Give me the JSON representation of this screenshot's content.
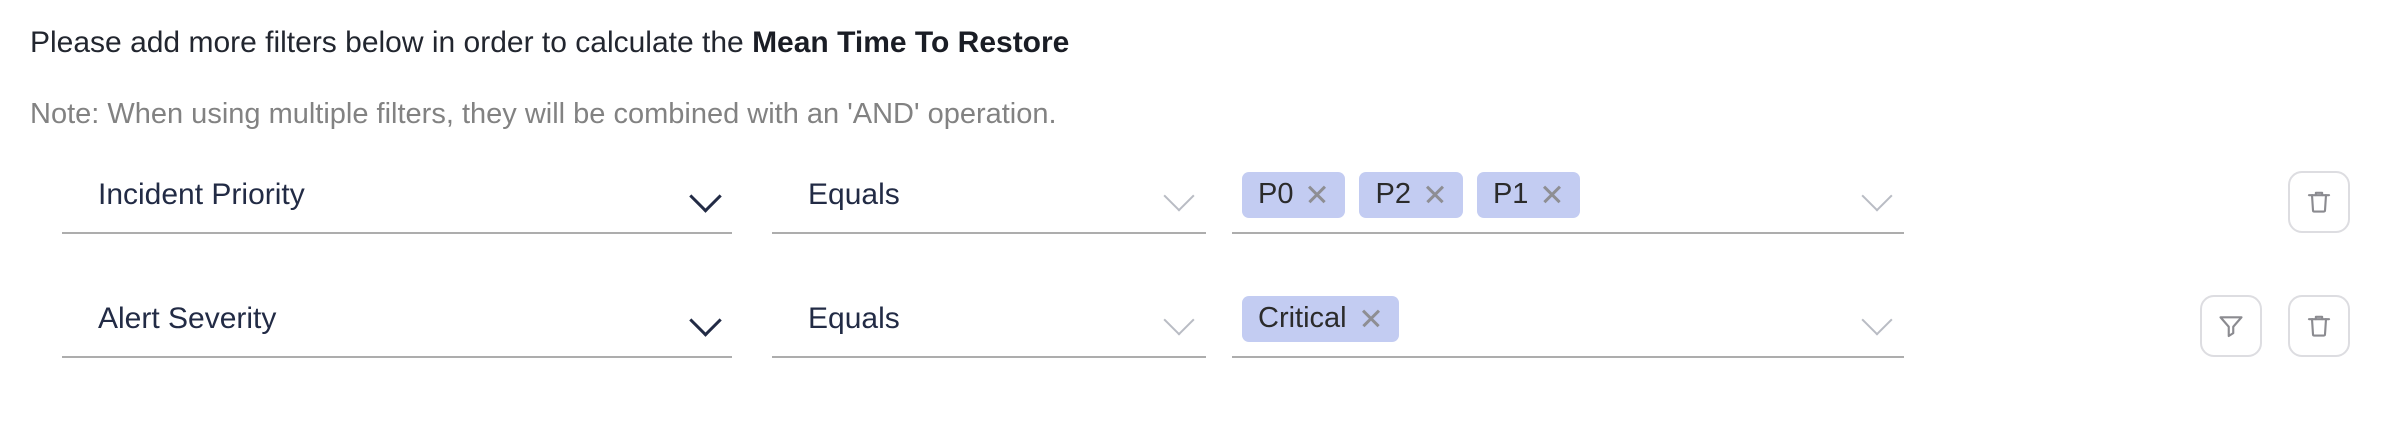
{
  "panel": {
    "headline": {
      "prefix": "Please add more filters below in order to calculate the ",
      "metric": "Mean Time To Restore"
    },
    "note": "Note: When using multiple filters, they will be combined with an 'AND' operation."
  },
  "colors": {
    "tag_background": "#c3ccf2",
    "field_text": "#222b45",
    "note_text": "#828282",
    "underline": "#adadad",
    "icon_stroke": "#8b8b90",
    "button_border": "#dddde1"
  },
  "filter_rows": [
    {
      "attribute": {
        "value": "Incident Priority",
        "chevron_icon": "chevron-down-icon"
      },
      "operator": {
        "value": "Equals",
        "chevron_icon": "chevron-down-icon"
      },
      "values": {
        "tags": [
          {
            "label": "P0",
            "remove_icon": "close-icon"
          },
          {
            "label": "P2",
            "remove_icon": "close-icon"
          },
          {
            "label": "P1",
            "remove_icon": "close-icon"
          }
        ],
        "chevron_icon": "chevron-down-icon"
      },
      "actions": [
        {
          "name": "delete-filter-button",
          "icon": "trash-icon"
        }
      ]
    },
    {
      "attribute": {
        "value": "Alert Severity",
        "chevron_icon": "chevron-down-icon"
      },
      "operator": {
        "value": "Equals",
        "chevron_icon": "chevron-down-icon"
      },
      "values": {
        "tags": [
          {
            "label": "Critical",
            "remove_icon": "close-icon"
          }
        ],
        "chevron_icon": "chevron-down-icon"
      },
      "actions": [
        {
          "name": "add-subfilter-button",
          "icon": "funnel-icon"
        },
        {
          "name": "delete-filter-button",
          "icon": "trash-icon"
        }
      ]
    }
  ]
}
